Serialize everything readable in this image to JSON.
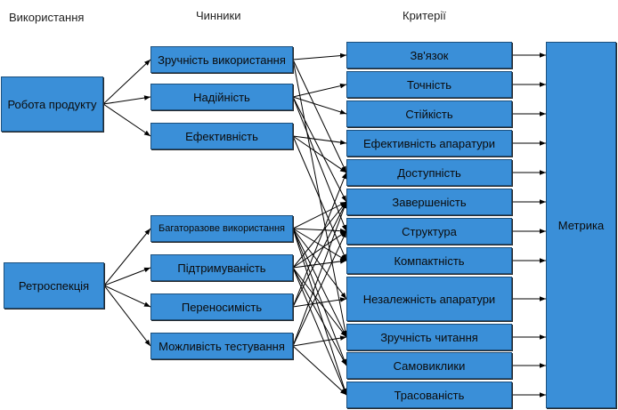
{
  "headers": {
    "usage": "Використання",
    "factors": "Чинники",
    "criteria": "Критерії"
  },
  "usage": [
    {
      "id": "u1",
      "label": "Робота продукту"
    },
    {
      "id": "u2",
      "label": "Ретроспекція"
    }
  ],
  "factors": [
    {
      "id": "f1",
      "label": "Зручність використання"
    },
    {
      "id": "f2",
      "label": "Надійність"
    },
    {
      "id": "f3",
      "label": "Ефективність"
    },
    {
      "id": "f4",
      "label": "Багаторазове використання"
    },
    {
      "id": "f5",
      "label": "Підтримуваність"
    },
    {
      "id": "f6",
      "label": "Переносимість"
    },
    {
      "id": "f7",
      "label": "Можливість тестування"
    }
  ],
  "criteria": [
    {
      "id": "c1",
      "label": "Зв'язок"
    },
    {
      "id": "c2",
      "label": "Точність"
    },
    {
      "id": "c3",
      "label": "Стійкість"
    },
    {
      "id": "c4",
      "label": "Ефективність апаратури"
    },
    {
      "id": "c5",
      "label": "Доступність"
    },
    {
      "id": "c6",
      "label": "Завершеність"
    },
    {
      "id": "c7",
      "label": "Структура"
    },
    {
      "id": "c8",
      "label": "Компактність"
    },
    {
      "id": "c9",
      "label": "Незалежність апаратури"
    },
    {
      "id": "c10",
      "label": "Зручність читання"
    },
    {
      "id": "c11",
      "label": "Самовиклики"
    },
    {
      "id": "c12",
      "label": "Трасованість"
    }
  ],
  "metric": {
    "id": "m",
    "label": "Метрика"
  },
  "edges": [
    [
      "u1",
      "f1"
    ],
    [
      "u1",
      "f2"
    ],
    [
      "u1",
      "f3"
    ],
    [
      "u2",
      "f4"
    ],
    [
      "u2",
      "f5"
    ],
    [
      "u2",
      "f6"
    ],
    [
      "u2",
      "f7"
    ],
    [
      "f1",
      "c1"
    ],
    [
      "f1",
      "c5"
    ],
    [
      "f1",
      "c10"
    ],
    [
      "f2",
      "c2"
    ],
    [
      "f2",
      "c3"
    ],
    [
      "f2",
      "c6"
    ],
    [
      "f2",
      "c7"
    ],
    [
      "f3",
      "c4"
    ],
    [
      "f3",
      "c5"
    ],
    [
      "f3",
      "c8"
    ],
    [
      "f4",
      "c6"
    ],
    [
      "f4",
      "c7"
    ],
    [
      "f4",
      "c8"
    ],
    [
      "f4",
      "c9"
    ],
    [
      "f4",
      "c10"
    ],
    [
      "f4",
      "c11"
    ],
    [
      "f4",
      "c12"
    ],
    [
      "f5",
      "c6"
    ],
    [
      "f5",
      "c7"
    ],
    [
      "f5",
      "c8"
    ],
    [
      "f5",
      "c10"
    ],
    [
      "f5",
      "c11"
    ],
    [
      "f5",
      "c12"
    ],
    [
      "f6",
      "c5"
    ],
    [
      "f6",
      "c6"
    ],
    [
      "f6",
      "c9"
    ],
    [
      "f7",
      "c6"
    ],
    [
      "f7",
      "c7"
    ],
    [
      "f7",
      "c10"
    ],
    [
      "f7",
      "c12"
    ],
    [
      "c1",
      "m"
    ],
    [
      "c2",
      "m"
    ],
    [
      "c3",
      "m"
    ],
    [
      "c4",
      "m"
    ],
    [
      "c5",
      "m"
    ],
    [
      "c6",
      "m"
    ],
    [
      "c7",
      "m"
    ],
    [
      "c8",
      "m"
    ],
    [
      "c9",
      "m"
    ],
    [
      "c10",
      "m"
    ],
    [
      "c11",
      "m"
    ],
    [
      "c12",
      "m"
    ]
  ]
}
